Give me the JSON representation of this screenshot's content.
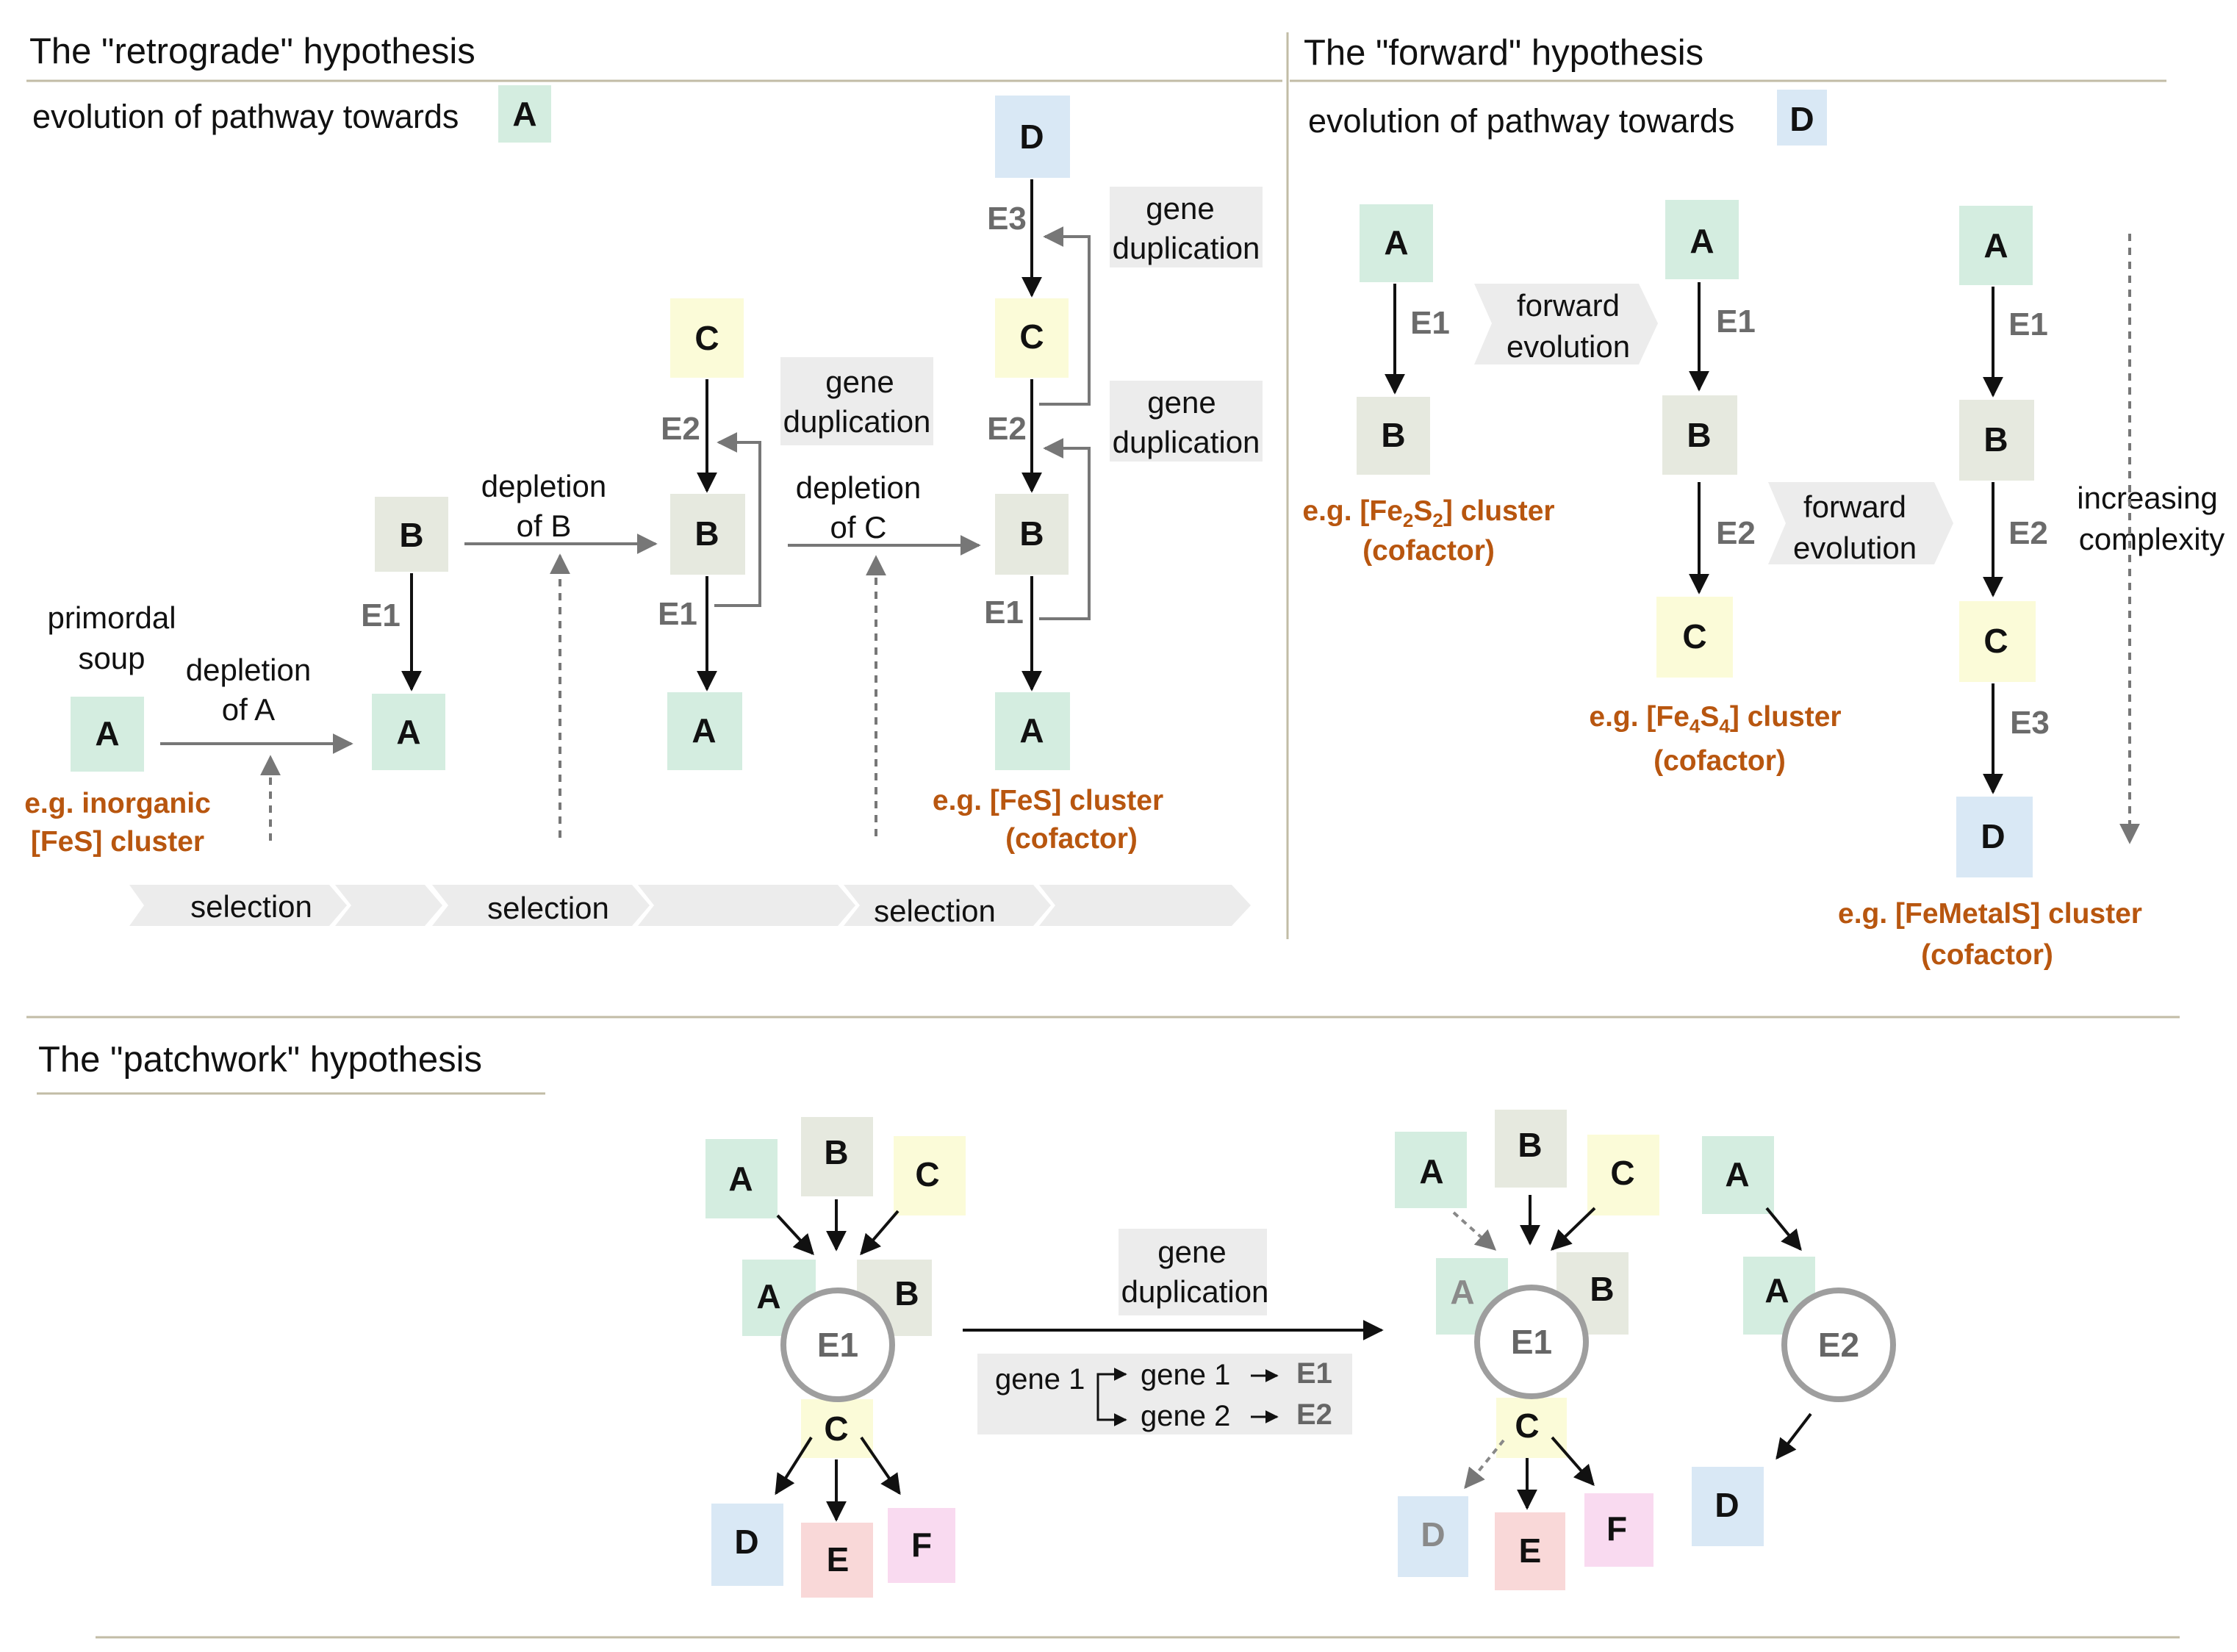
{
  "colors": {
    "A": "#d4ede0",
    "B": "#e6e9df",
    "C": "#fbfbd8",
    "D": "#d9e8f5",
    "E": "#f9d8d8",
    "F": "#f9daf0",
    "example_text": "#b8560f",
    "enzyme_text": "#6b6b6b",
    "rule": "#c2bca6"
  },
  "retrograde": {
    "title": "The \"retrograde\" hypothesis",
    "subtitle": "evolution of pathway towards",
    "subtitle_target": "A",
    "primordal": "primordal",
    "soup": "soup",
    "stage1": {
      "A": "A",
      "ex1": "e.g. inorganic",
      "ex2": "[FeS] cluster"
    },
    "depletion_a": [
      "depletion",
      "of A"
    ],
    "stage2": {
      "B": "B",
      "E1": "E1",
      "A": "A"
    },
    "depletion_b": [
      "depletion",
      "of B"
    ],
    "stage3": {
      "C": "C",
      "E2": "E2",
      "B": "B",
      "E1": "E1",
      "A": "A",
      "gene_dup": [
        "gene",
        "duplication"
      ]
    },
    "depletion_c": [
      "depletion",
      "of C"
    ],
    "stage4": {
      "D": "D",
      "E3": "E3",
      "C": "C",
      "E2": "E2",
      "B": "B",
      "E1": "E1",
      "A": "A",
      "gene_dup_top": [
        "gene",
        "duplication"
      ],
      "gene_dup_mid": [
        "gene",
        "duplication"
      ],
      "ex1": "e.g.  [FeS] cluster",
      "ex2": "(cofactor)"
    },
    "selection": [
      "selection",
      "selection",
      "selection"
    ]
  },
  "forward": {
    "title": "The \"forward\" hypothesis",
    "subtitle": "evolution of pathway towards",
    "subtitle_target": "D",
    "col1": {
      "A": "A",
      "E1": "E1",
      "B": "B",
      "ex_pre": "e.g. [Fe",
      "ex_s1": "2",
      "ex_mid": "S",
      "ex_s2": "2",
      "ex_post": "] cluster",
      "ex2": "(cofactor)"
    },
    "fwd1": [
      "forward",
      "evolution"
    ],
    "col2": {
      "A": "A",
      "E1": "E1",
      "B": "B",
      "E2": "E2",
      "C": "C",
      "ex_pre": "e.g. [Fe",
      "ex_s1": "4",
      "ex_mid": "S",
      "ex_s2": "4",
      "ex_post": "] cluster",
      "ex2": "(cofactor)"
    },
    "fwd2": [
      "forward",
      "evolution"
    ],
    "col3": {
      "A": "A",
      "E1": "E1",
      "B": "B",
      "E2": "E2",
      "C": "C",
      "E3": "E3",
      "D": "D",
      "ex1": "e.g. [FeMetalS] cluster",
      "ex2": "(cofactor)"
    },
    "complexity": [
      "increasing",
      "complexity"
    ]
  },
  "patchwork": {
    "title": "The \"patchwork\" hypothesis",
    "left": {
      "A": "A",
      "B": "B",
      "C": "C",
      "A_in": "A",
      "B_in": "B",
      "E1": "E1",
      "C_out": "C",
      "D": "D",
      "E": "E",
      "F": "F"
    },
    "gene_dup": [
      "gene",
      "duplication"
    ],
    "gene1": "gene 1",
    "gene1b": "gene 1",
    "gene2": "gene 2",
    "e1": "E1",
    "e2": "E2",
    "right1": {
      "A": "A",
      "B": "B",
      "C": "C",
      "A_in": "A",
      "B_in": "B",
      "E1": "E1",
      "C_out": "C",
      "D": "D",
      "E": "E",
      "F": "F"
    },
    "right2": {
      "A": "A",
      "A_in": "A",
      "E2": "E2",
      "D": "D"
    }
  }
}
